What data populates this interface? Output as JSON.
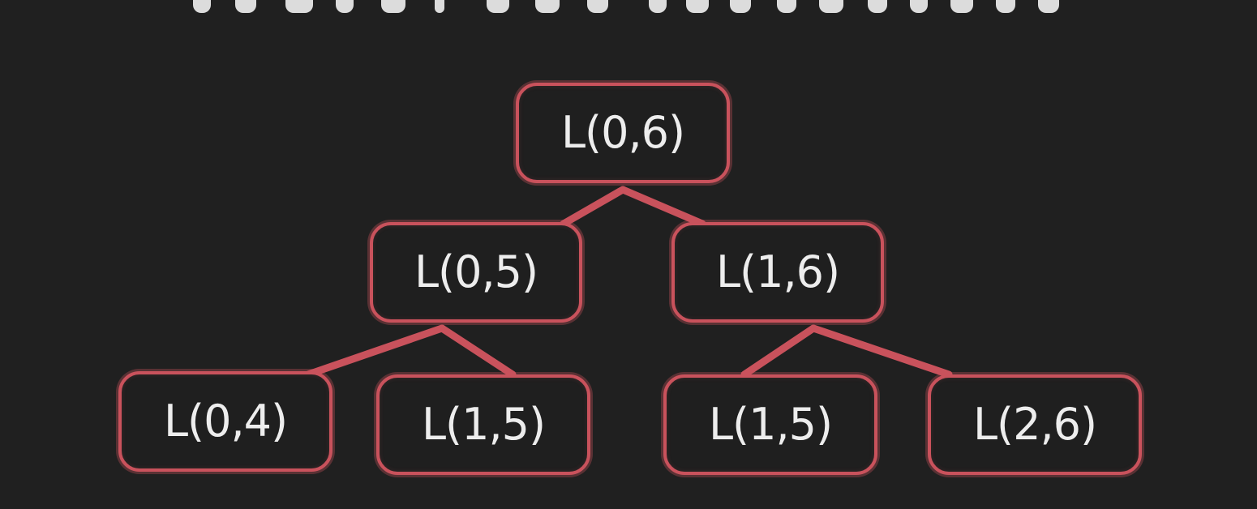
{
  "diagram": {
    "type": "tree",
    "colors": {
      "background": "#202020",
      "node_border": "#c9525c",
      "edge": "#c9525c",
      "text": "#ededed"
    },
    "nodes": [
      {
        "id": "root",
        "label": "L(0,6)"
      },
      {
        "id": "left",
        "label": "L(0,5)"
      },
      {
        "id": "right",
        "label": "L(1,6)"
      },
      {
        "id": "left-left",
        "label": "L(0,4)"
      },
      {
        "id": "left-right",
        "label": "L(1,5)"
      },
      {
        "id": "right-left",
        "label": "L(1,5)"
      },
      {
        "id": "right-right",
        "label": "L(2,6)"
      }
    ],
    "edges": [
      {
        "from": "root",
        "to": "left"
      },
      {
        "from": "root",
        "to": "right"
      },
      {
        "from": "left",
        "to": "left-left"
      },
      {
        "from": "left",
        "to": "left-right"
      },
      {
        "from": "right",
        "to": "right-left"
      },
      {
        "from": "right",
        "to": "right-right"
      }
    ]
  }
}
